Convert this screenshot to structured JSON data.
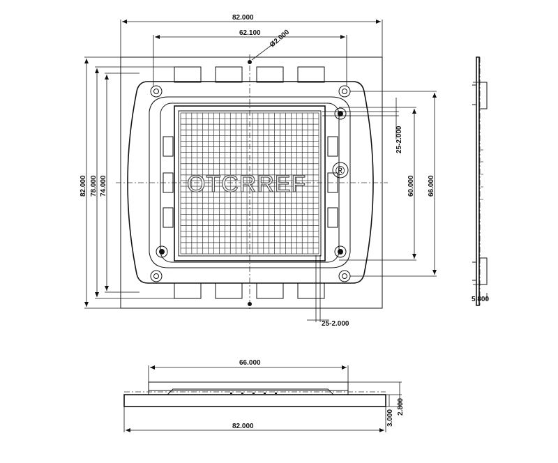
{
  "drawing": {
    "top_view": {
      "dims": {
        "width_outer": "82.000",
        "width_inner": "62.100",
        "hole_dia": "Ø2.000",
        "height_outer": "82.000",
        "height_78": "78.000",
        "height_74": "74.000",
        "height_60": "60.000",
        "height_66": "66.000",
        "pad_right": "25-2.000",
        "pad_bottom": "25-2.000"
      },
      "watermark": "OTCRREF",
      "watermark_mark": "®"
    },
    "side_view": {
      "dims": {
        "thickness": "5.800"
      }
    },
    "front_view": {
      "dims": {
        "width_top": "66.000",
        "width_bottom": "82.000",
        "h_base": "3.000",
        "h_total": "2.800"
      }
    }
  },
  "colors": {
    "line": "#111111",
    "background": "#ffffff"
  }
}
